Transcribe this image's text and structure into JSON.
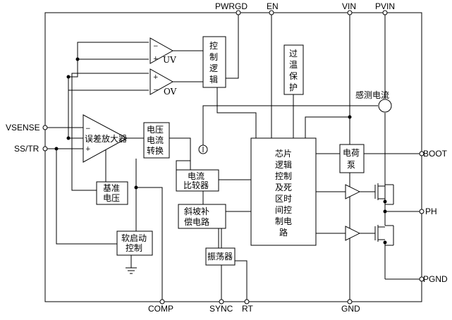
{
  "pins": {
    "pwrgd": "PWRGD",
    "en": "EN",
    "vin": "VIN",
    "pvin": "PVIN",
    "vsense": "VSENSE",
    "sstr": "SS/TR",
    "boot": "BOOT",
    "ph": "PH",
    "pgnd": "PGND",
    "comp": "COMP",
    "sync": "SYNC",
    "rt": "RT",
    "gnd": "GND"
  },
  "blocks": {
    "uv": "UV",
    "ov": "OV",
    "control_logic": [
      "控",
      "制",
      "逻",
      "辑"
    ],
    "thermal": [
      "过",
      "温",
      "保",
      "护"
    ],
    "current_sense": "感测电流",
    "error_amp": "误差放大器",
    "vi_convert": [
      "电压",
      "电流",
      "转换"
    ],
    "core_logic": [
      "芯片",
      "逻辑",
      "控制",
      "及死",
      "区时",
      "间控",
      "制电",
      "路"
    ],
    "charge_pump": [
      "电荷",
      "泵"
    ],
    "comparator": [
      "电流",
      "比较器"
    ],
    "ramp_comp": [
      "斜坡补",
      "偿电路"
    ],
    "reference": [
      "基准",
      "电压"
    ],
    "soft_start": [
      "软启动",
      "控制"
    ],
    "oscillator": "振荡器"
  }
}
